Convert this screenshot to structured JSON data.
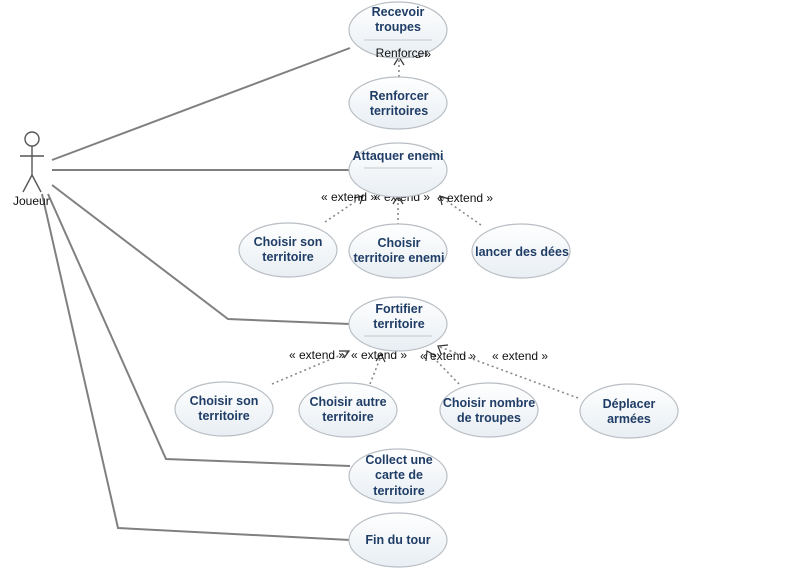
{
  "actor": {
    "name": "Joueur"
  },
  "use_cases": {
    "recevoir": {
      "lines": [
        "Recevoir",
        "troupes"
      ],
      "extension_point": "Renforcer"
    },
    "renforcer": {
      "lines": [
        "Renforcer",
        "territoires"
      ]
    },
    "attaquer": {
      "lines": [
        "Attaquer enemi"
      ]
    },
    "choisir_son_1": {
      "lines": [
        "Choisir son",
        "territoire"
      ]
    },
    "choisir_enemi": {
      "lines": [
        "Choisir",
        "territoire enemi"
      ]
    },
    "lancer": {
      "lines": [
        "lancer des dées"
      ]
    },
    "fortifier": {
      "lines": [
        "Fortifier",
        "territoire"
      ]
    },
    "choisir_son_2": {
      "lines": [
        "Choisir son",
        "territoire"
      ]
    },
    "choisir_autre": {
      "lines": [
        "Choisir autre",
        "territoire"
      ]
    },
    "choisir_nombre": {
      "lines": [
        "Choisir nombre",
        "de troupes"
      ]
    },
    "deplacer": {
      "lines": [
        "Déplacer",
        "armées"
      ]
    },
    "collect": {
      "lines": [
        "Collect une",
        "carte de",
        "territoire"
      ]
    },
    "fin": {
      "lines": [
        "Fin du tour"
      ]
    }
  },
  "extend_label": "« extend »",
  "colors": {
    "ellipse_fill_top": "#ffffff",
    "ellipse_fill_bottom": "#e8eef3",
    "ellipse_stroke": "#b8bec4",
    "label": "#1f3d66",
    "association": "#808080",
    "extend_line": "#8a8a8a"
  }
}
